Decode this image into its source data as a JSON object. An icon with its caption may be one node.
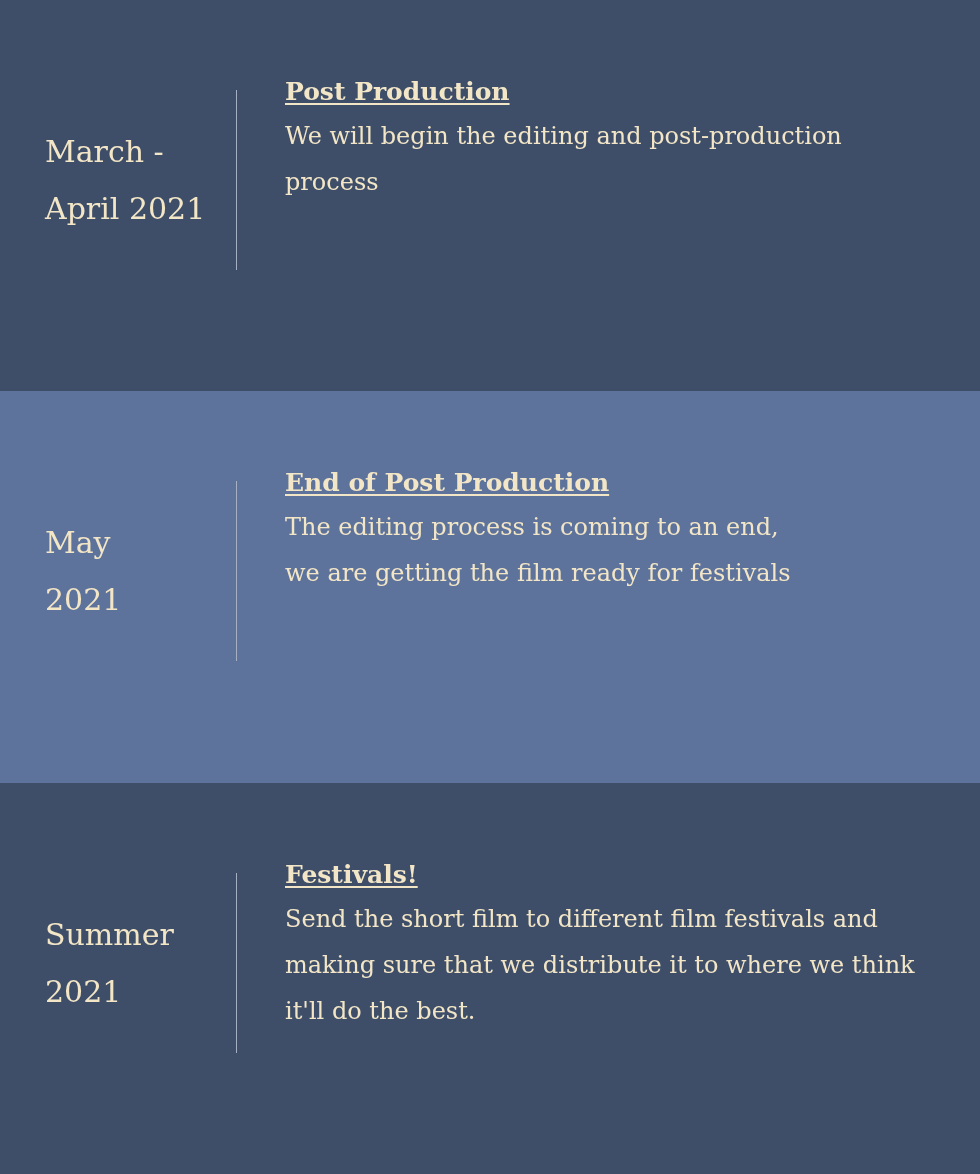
{
  "diagram": {
    "nodes": [
      {
        "text": [
          "March - April 2021",
          "Post Production",
          "We will begin the editing and post-production process"
        ]
      },
      {
        "text": [
          "May 2021",
          "End of Post Production",
          "The editing process is coming to an end, we are getting the film ready for festivals"
        ]
      },
      {
        "text": [
          "Summer 2021",
          "Festivals!",
          "Send the short film to different film festivals and making sure that we distribute it to where we think it'll do the best."
        ]
      }
    ]
  }
}
